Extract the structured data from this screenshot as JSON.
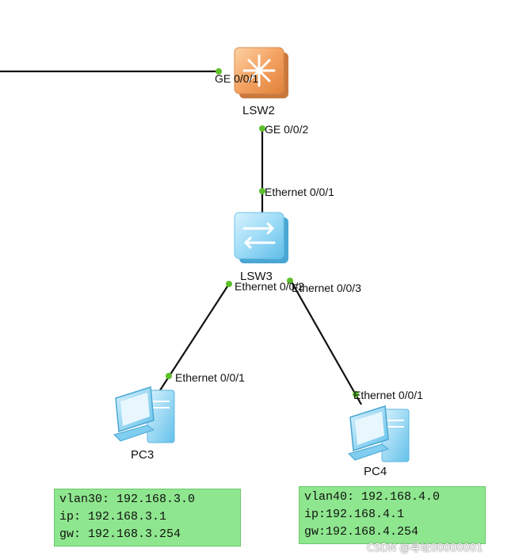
{
  "devices": {
    "lsw2": {
      "name": "LSW2"
    },
    "lsw3": {
      "name": "LSW3"
    },
    "pc3": {
      "name": "PC3"
    },
    "pc4": {
      "name": "PC4"
    }
  },
  "ports": {
    "lsw2_ge1": "GE 0/0/1",
    "lsw2_ge2": "GE 0/0/2",
    "lsw3_e1": "Ethernet 0/0/1",
    "lsw3_e2": "Ethernet 0/0/2",
    "lsw3_e3": "Ethernet 0/0/3",
    "pc3_e1": "Ethernet 0/0/1",
    "pc4_e1": "Ethernet 0/0/1"
  },
  "notes": {
    "pc3": [
      "vlan30: 192.168.3.0",
      "ip: 192.168.3.1",
      "gw: 192.168.3.254"
    ],
    "pc4": [
      "vlan40: 192.168.4.0",
      "ip:192.168.4.1",
      "gw:192.168.4.254"
    ]
  },
  "watermark": "CSDN @寻址00000001",
  "colors": {
    "link": "#111111",
    "port_dot": "#5cc02a",
    "note_bg": "#8ee68e",
    "switch_core": "#f2a266",
    "switch_access": "#8fd3f5"
  }
}
